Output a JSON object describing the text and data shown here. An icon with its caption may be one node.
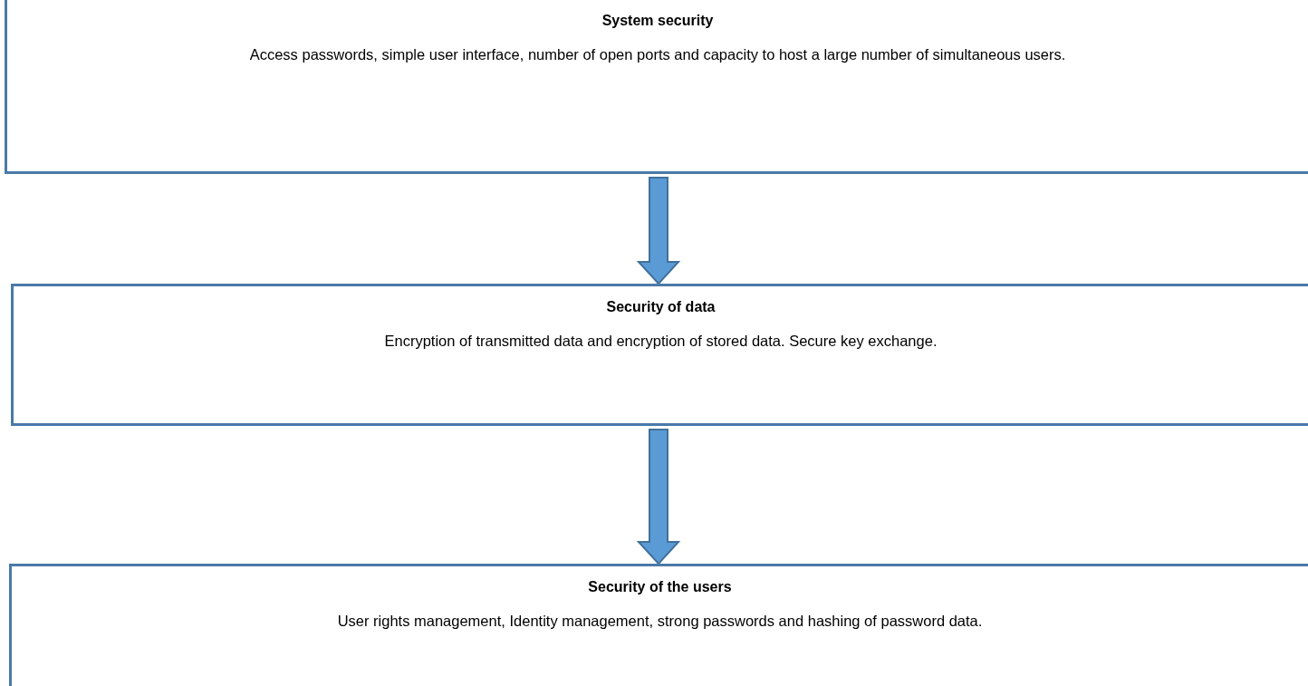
{
  "diagram": {
    "nodes": [
      {
        "text": [
          "System security",
          "Access passwords, simple user interface, number of open ports and capacity to host a large number of simultaneous users."
        ]
      },
      {
        "text": [
          "Security of data",
          "Encryption of transmitted data and encryption of stored data. Secure key exchange."
        ]
      },
      {
        "text": [
          "Security of the users",
          "User rights management, Identity management, strong passwords and hashing of password data."
        ]
      }
    ],
    "edges": [
      {
        "from": 0,
        "to": 1,
        "arrow": "to"
      },
      {
        "from": 1,
        "to": 2,
        "arrow": "to"
      }
    ]
  }
}
